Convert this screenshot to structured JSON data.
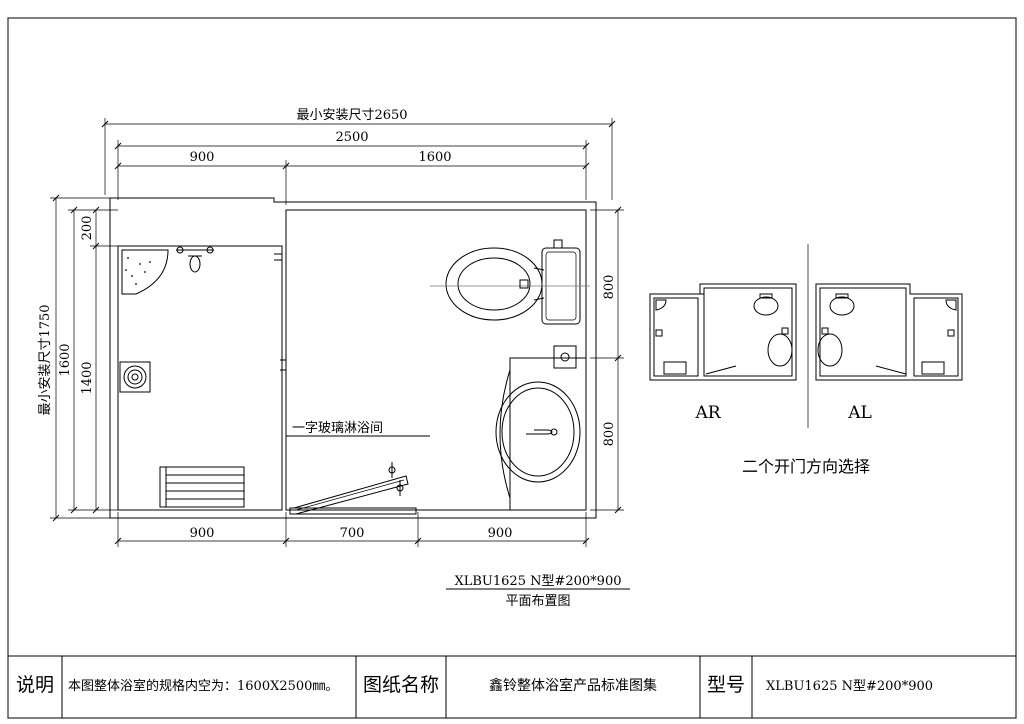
{
  "plan": {
    "dims": {
      "min_install_width": "最小安装尺寸2650",
      "total_width": "2500",
      "top_left": "900",
      "top_right": "1600",
      "bottom_left": "900",
      "bottom_mid": "700",
      "bottom_right": "900",
      "min_install_height": "最小安装尺寸1750",
      "height_1600": "1600",
      "height_1400": "1400",
      "height_200": "200",
      "right_upper": "800",
      "right_lower": "800"
    },
    "glass_label": "一字玻璃淋浴间",
    "model": "XLBU1625 N型#200*900",
    "subtitle": "平面布置图"
  },
  "options": {
    "ar_label": "AR",
    "al_label": "AL",
    "caption": "二个开门方向选择"
  },
  "titleblock": {
    "desc_label": "说明",
    "desc_text": "本图整体浴室的规格内空为：1600X2500㎜。",
    "name_label": "图纸名称",
    "name_text": "鑫铃整体浴室产品标准图集",
    "model_label": "型号",
    "model_text": "XLBU1625 N型#200*900"
  }
}
